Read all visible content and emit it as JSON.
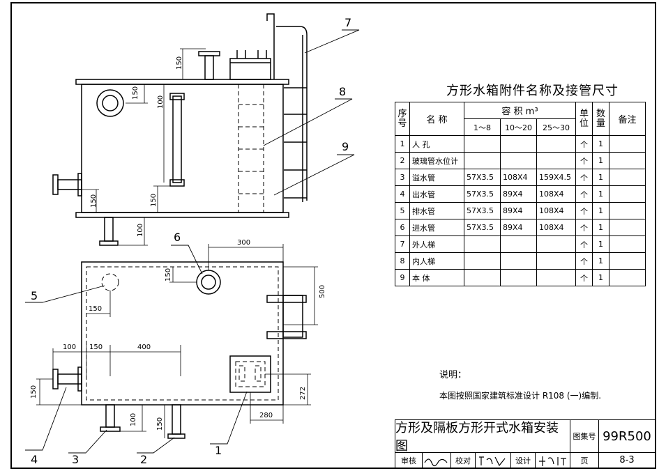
{
  "drawing": {
    "front_view": {
      "dims": {
        "d150a": "150",
        "d150b": "150",
        "d100a": "100",
        "d150c": "150",
        "d150d": "150",
        "d100b": "100"
      }
    },
    "plan_view": {
      "dims": {
        "d300": "300",
        "d150a": "150",
        "d500": "500",
        "d150b": "150",
        "d100a": "100",
        "d150c": "150",
        "d400": "400",
        "d150d": "150",
        "d100b": "100",
        "d150e": "150",
        "d272": "272",
        "d280": "280"
      }
    },
    "callouts": [
      "1",
      "2",
      "3",
      "4",
      "5",
      "6",
      "7",
      "8",
      "9"
    ]
  },
  "table": {
    "title": "方形水箱附件名称及接管尺寸",
    "headers": {
      "seq": "序号",
      "name": "名  称",
      "volume": "容 积 m³",
      "vol_cols": [
        "1～8",
        "10～20",
        "25～30"
      ],
      "unit": "单位",
      "qty": "数量",
      "remark": "备注"
    },
    "rows": [
      {
        "no": "1",
        "name": "人 孔",
        "v1": "",
        "v2": "",
        "v3": "",
        "unit": "个",
        "qty": "1",
        "remark": ""
      },
      {
        "no": "2",
        "name": "玻璃管水位计",
        "v1": "",
        "v2": "",
        "v3": "",
        "unit": "个",
        "qty": "1",
        "remark": ""
      },
      {
        "no": "3",
        "name": "溢水管",
        "v1": "57X3.5",
        "v2": "108X4",
        "v3": "159X4.5",
        "unit": "个",
        "qty": "1",
        "remark": ""
      },
      {
        "no": "4",
        "name": "出水管",
        "v1": "57X3.5",
        "v2": "89X4",
        "v3": "108X4",
        "unit": "个",
        "qty": "1",
        "remark": ""
      },
      {
        "no": "5",
        "name": "排水管",
        "v1": "57X3.5",
        "v2": "89X4",
        "v3": "108X4",
        "unit": "个",
        "qty": "1",
        "remark": ""
      },
      {
        "no": "6",
        "name": "进水管",
        "v1": "57X3.5",
        "v2": "89X4",
        "v3": "108X4",
        "unit": "个",
        "qty": "1",
        "remark": ""
      },
      {
        "no": "7",
        "name": "外人梯",
        "v1": "",
        "v2": "",
        "v3": "",
        "unit": "个",
        "qty": "1",
        "remark": ""
      },
      {
        "no": "8",
        "name": "内人梯",
        "v1": "",
        "v2": "",
        "v3": "",
        "unit": "个",
        "qty": "1",
        "remark": ""
      },
      {
        "no": "9",
        "name": "本 体",
        "v1": "",
        "v2": "",
        "v3": "",
        "unit": "个",
        "qty": "1",
        "remark": ""
      }
    ]
  },
  "notes": {
    "heading": "说明：",
    "text": "本图按照国家建筑标准设计 R108 (一)编制."
  },
  "title_block": {
    "drawing_title": "方形及隔板方形开式水箱安装图",
    "atlas_label": "图集号",
    "atlas_no": "99R500",
    "review_label": "审核",
    "check_label": "校对",
    "design_label": "设计",
    "page_label": "页",
    "page_no": "8-3"
  }
}
